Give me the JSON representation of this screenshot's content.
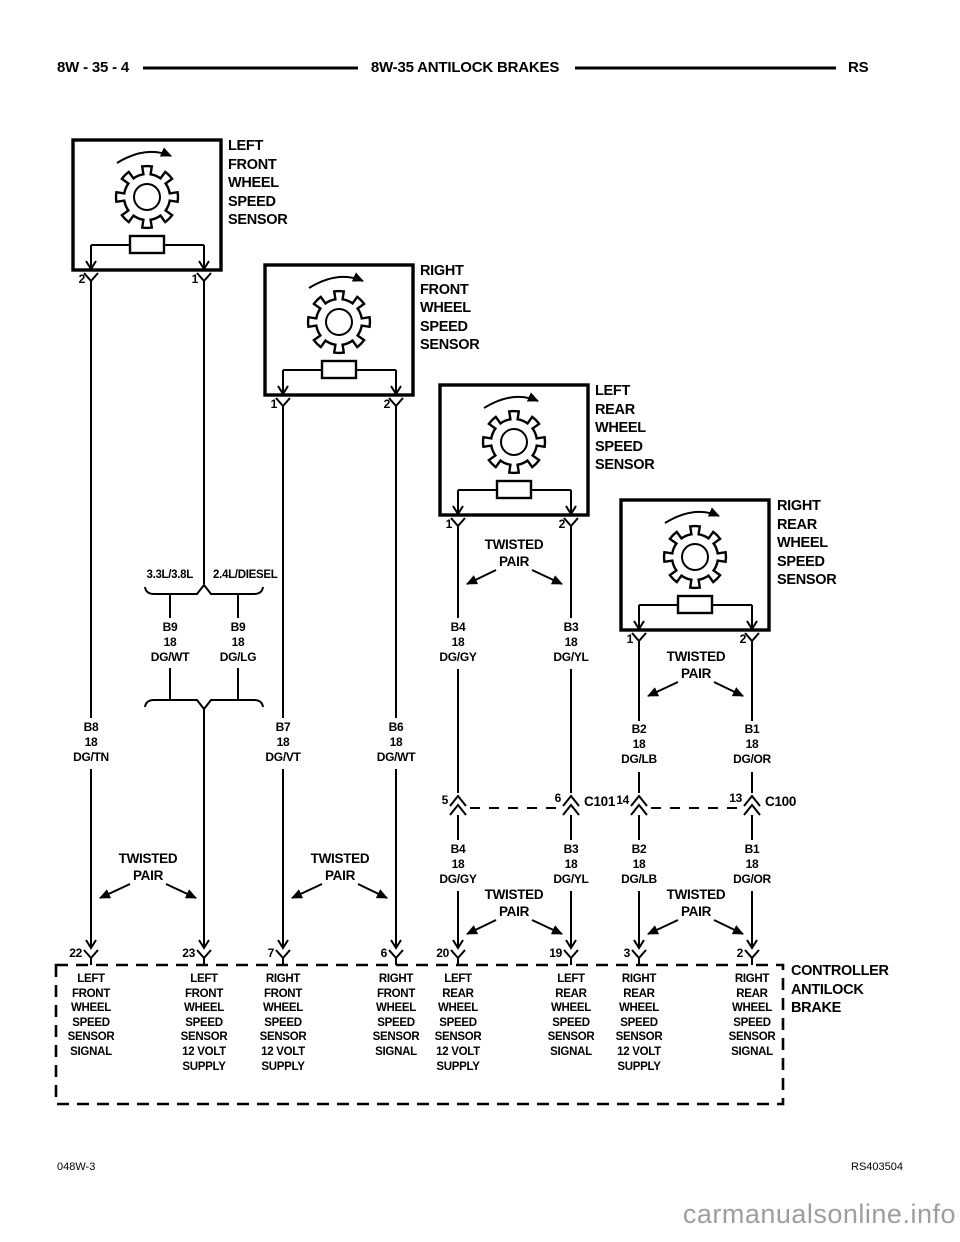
{
  "header": {
    "doc_ref": "8W - 35 - 4",
    "title": "8W-35 ANTILOCK BRAKES",
    "model": "RS"
  },
  "footer": {
    "sheet_code": "048W-3",
    "drawing_code": "RS403504",
    "watermark": "carmanualsonline.info"
  },
  "sensors": {
    "left_front": {
      "label": "LEFT\nFRONT\nWHEEL\nSPEED\nSENSOR",
      "pin_left": "2",
      "pin_right": "1"
    },
    "right_front": {
      "label": "RIGHT\nFRONT\nWHEEL\nSPEED\nSENSOR",
      "pin_left": "1",
      "pin_right": "2"
    },
    "left_rear": {
      "label": "LEFT\nREAR\nWHEEL\nSPEED\nSENSOR",
      "pin_left": "1",
      "pin_right": "2"
    },
    "right_rear": {
      "label": "RIGHT\nREAR\nWHEEL\nSPEED\nSENSOR",
      "pin_left": "1",
      "pin_right": "2"
    }
  },
  "splice": {
    "left_engine": "3.3L/3.8L",
    "right_engine": "2.4L/DIESEL",
    "left_wire": "B9\n18\nDG/WT",
    "right_wire": "B9\n18\nDG/LG"
  },
  "wire_labels": {
    "b8": "B8\n18\nDG/TN",
    "b7": "B7\n18\nDG/VT",
    "b6": "B6\n18\nDG/WT",
    "b4": "B4\n18\nDG/GY",
    "b3": "B3\n18\nDG/YL",
    "b2": "B2\n18\nDG/LB",
    "b1": "B1\n18\nDG/OR"
  },
  "twisted_pair_label": "TWISTED\nPAIR",
  "connectors": {
    "c101": {
      "name": "C101",
      "left_pin": "5",
      "right_pin": "6"
    },
    "c100": {
      "name": "C100",
      "left_pin": "14",
      "right_pin": "13"
    }
  },
  "controller": {
    "label": "CONTROLLER\nANTILOCK\nBRAKE",
    "pins": [
      {
        "number": "22",
        "label": "LEFT\nFRONT\nWHEEL\nSPEED\nSENSOR\nSIGNAL"
      },
      {
        "number": "23",
        "label": "LEFT\nFRONT\nWHEEL\nSPEED\nSENSOR\n12 VOLT\nSUPPLY"
      },
      {
        "number": "7",
        "label": "RIGHT\nFRONT\nWHEEL\nSPEED\nSENSOR\n12 VOLT\nSUPPLY"
      },
      {
        "number": "6",
        "label": "RIGHT\nFRONT\nWHEEL\nSPEED\nSENSOR\nSIGNAL"
      },
      {
        "number": "20",
        "label": "LEFT\nREAR\nWHEEL\nSPEED\nSENSOR\n12 VOLT\nSUPPLY"
      },
      {
        "number": "19",
        "label": "LEFT\nREAR\nWHEEL\nSPEED\nSENSOR\nSIGNAL"
      },
      {
        "number": "3",
        "label": "RIGHT\nREAR\nWHEEL\nSPEED\nSENSOR\n12 VOLT\nSUPPLY"
      },
      {
        "number": "2",
        "label": "RIGHT\nREAR\nWHEEL\nSPEED\nSENSOR\nSIGNAL"
      }
    ]
  }
}
